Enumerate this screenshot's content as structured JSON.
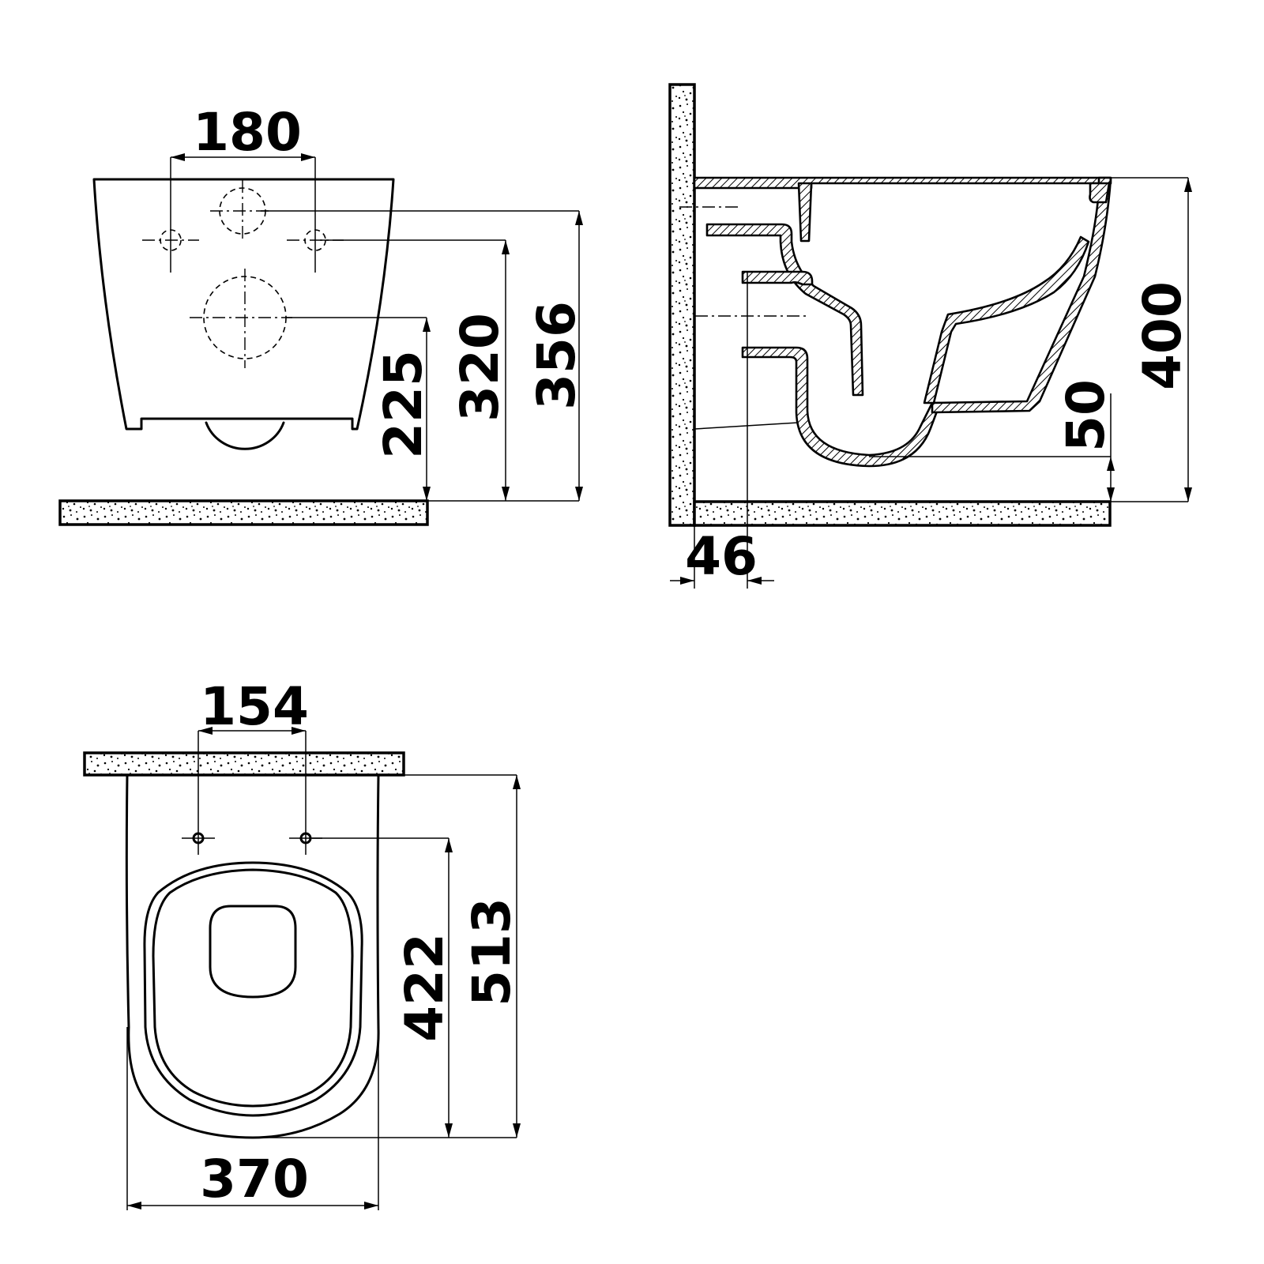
{
  "front_view": {
    "dim_fixing_width": "180",
    "dim_upper_bolt_height": "356",
    "dim_fixing_height": "320",
    "dim_outlet_height": "225"
  },
  "side_view": {
    "dim_total_height": "400",
    "dim_outlet_clearance": "50",
    "dim_wall_offset": "46"
  },
  "top_view": {
    "dim_fixing_width": "154",
    "dim_fixing_to_front": "422",
    "dim_total_depth": "513",
    "dim_total_width": "370"
  }
}
